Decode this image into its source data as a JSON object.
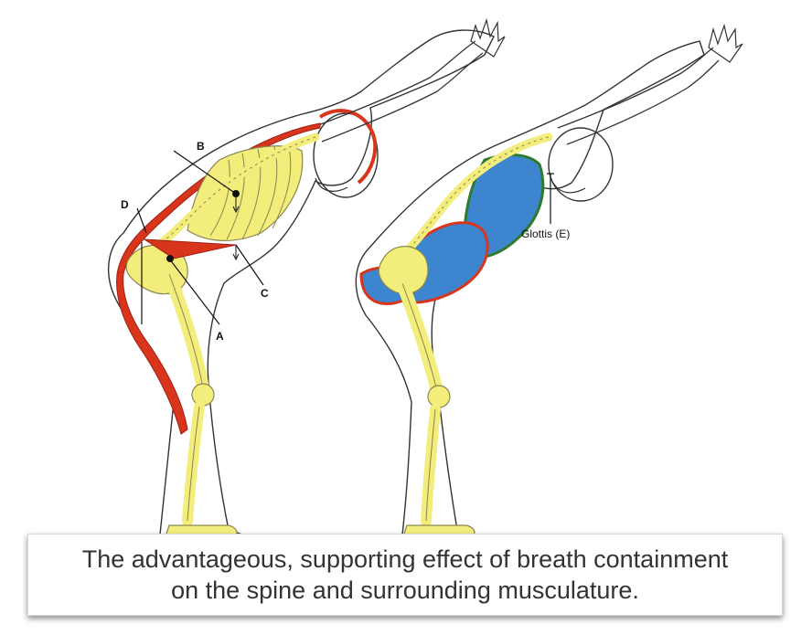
{
  "labels": {
    "a": "A",
    "b": "B",
    "c": "C",
    "d": "D",
    "glottis": "Glottis (E)"
  },
  "caption": {
    "line1": "The advantageous, supporting effect of breath containment",
    "line2": "on the spine and surrounding musculature."
  },
  "colors": {
    "bone": "#f3ee7c",
    "bone_outline": "#8a8650",
    "muscle": "#d9341c",
    "lung": "#3d86cf",
    "abdomen_outline": "#2f7a2f",
    "skin_outline": "#333333"
  }
}
